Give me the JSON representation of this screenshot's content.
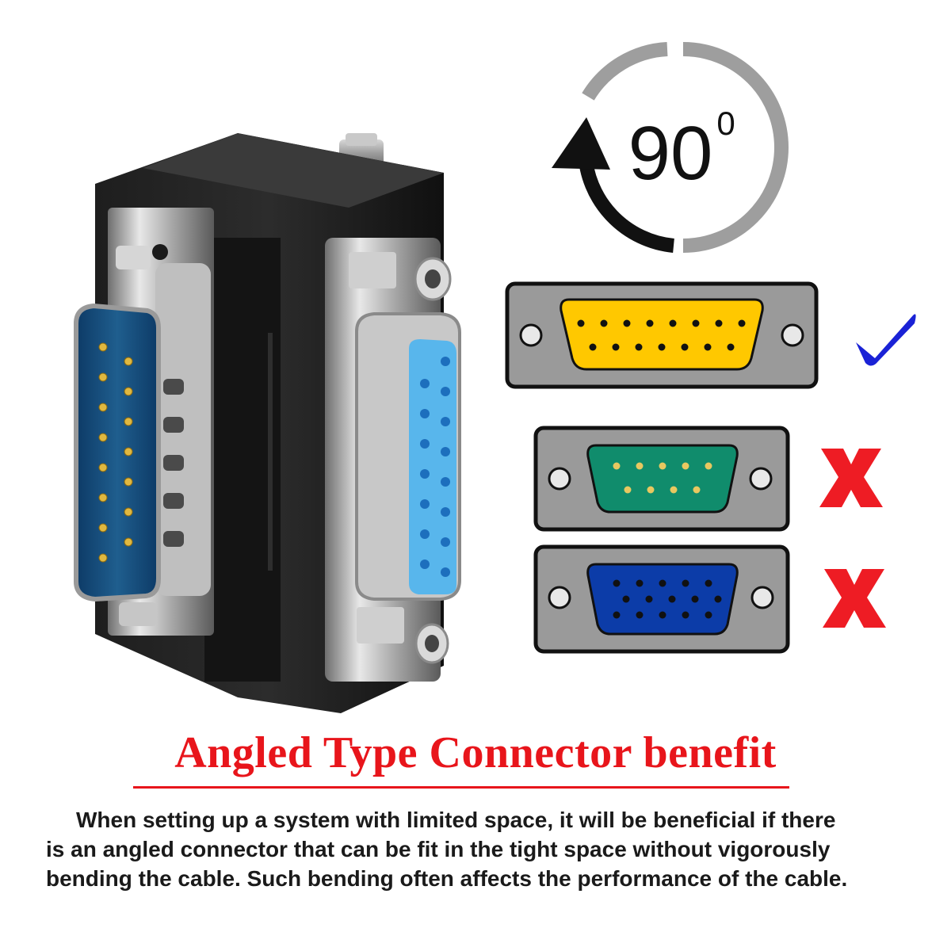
{
  "rotation_badge": {
    "angle": "90",
    "unit": "0"
  },
  "options": [
    {
      "name": "db15-two-row-port",
      "status": "compatible",
      "mark": "check",
      "mark_color": "#1a22d6",
      "port_color": "#ffc800"
    },
    {
      "name": "db9-port",
      "status": "incompatible",
      "mark": "X",
      "mark_color": "#ee1c24",
      "port_color": "#108c6c"
    },
    {
      "name": "hd15-vga-port",
      "status": "incompatible",
      "mark": "X",
      "mark_color": "#ee1c24",
      "port_color": "#0c3ca8"
    }
  ],
  "heading": "Angled Type Connector benefit",
  "body_lines": [
    "When setting up a system with limited space, it will be beneficial if there",
    "is an angled connector that can be fit in the tight space without vigorously",
    "bending the cable. Such bending often affects the performance of the cable."
  ],
  "colors": {
    "accent_red": "#e8151b",
    "plate_gray": "#999999",
    "check_blue": "#1a22d6"
  }
}
